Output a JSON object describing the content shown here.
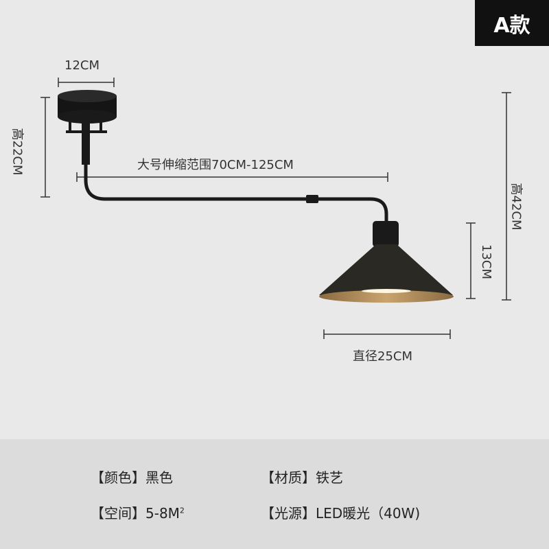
{
  "badge": "A款",
  "dimensions": {
    "canopy_width": "12CM",
    "canopy_height": "高22CM",
    "arm_range": "大号伸缩范围70CM-125CM",
    "total_height": "高42CM",
    "shade_height": "13CM",
    "shade_diameter": "直径25CM"
  },
  "specs": {
    "color_label": "【颜色】",
    "color_value": "黑色",
    "material_label": "【材质】",
    "material_value": "铁艺",
    "space_label": "【空间】",
    "space_value": "5-8M",
    "space_sup": "2",
    "light_label": "【光源】",
    "light_value": "LED暖光（40W)"
  },
  "colors": {
    "lamp": "#1a1a1a",
    "shade_inner": "#b08a5a",
    "panel": "#dcdcdc",
    "background": "#e9e9e9"
  }
}
